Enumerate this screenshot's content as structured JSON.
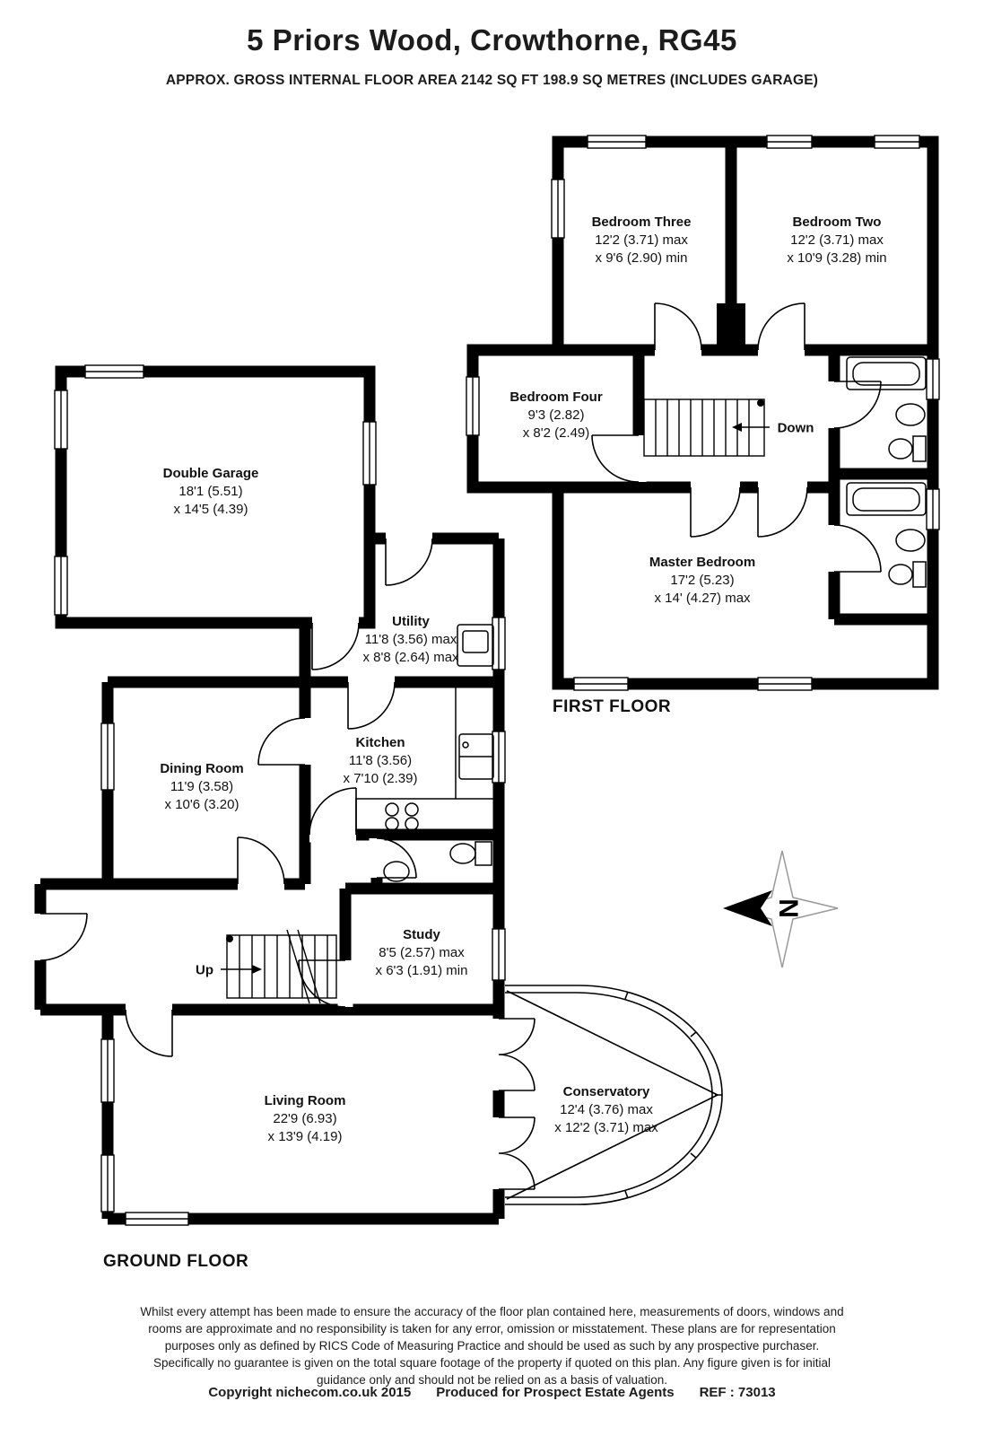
{
  "header": {
    "title": "5 Priors Wood, Crowthorne, RG45",
    "subtitle": "APPROX. GROSS INTERNAL FLOOR AREA 2142 SQ FT 198.9 SQ METRES (INCLUDES GARAGE)"
  },
  "first_floor": {
    "label": "FIRST FLOOR",
    "stairs_label": "Down",
    "rooms": {
      "bedroom_three": {
        "name": "Bedroom Three",
        "dim1": "12'2 (3.71) max",
        "dim2": "x 9'6 (2.90) min"
      },
      "bedroom_two": {
        "name": "Bedroom Two",
        "dim1": "12'2 (3.71) max",
        "dim2": "x 10'9 (3.28) min"
      },
      "bedroom_four": {
        "name": "Bedroom Four",
        "dim1": "9'3 (2.82)",
        "dim2": "x 8'2 (2.49)"
      },
      "master_bedroom": {
        "name": "Master Bedroom",
        "dim1": "17'2 (5.23)",
        "dim2": "x 14' (4.27) max"
      }
    }
  },
  "ground_floor": {
    "label": "GROUND FLOOR",
    "stairs_label": "Up",
    "rooms": {
      "double_garage": {
        "name": "Double Garage",
        "dim1": "18'1 (5.51)",
        "dim2": "x 14'5 (4.39)"
      },
      "utility": {
        "name": "Utility",
        "dim1": "11'8 (3.56) max",
        "dim2": "x 8'8 (2.64) max"
      },
      "kitchen": {
        "name": "Kitchen",
        "dim1": "11'8 (3.56)",
        "dim2": "x 7'10 (2.39)"
      },
      "dining_room": {
        "name": "Dining Room",
        "dim1": "11'9 (3.58)",
        "dim2": "x 10'6 (3.20)"
      },
      "study": {
        "name": "Study",
        "dim1": "8'5 (2.57) max",
        "dim2": "x 6'3 (1.91) min"
      },
      "living_room": {
        "name": "Living Room",
        "dim1": "22'9 (6.93)",
        "dim2": "x 13'9 (4.19)"
      },
      "conservatory": {
        "name": "Conservatory",
        "dim1": "12'4 (3.76) max",
        "dim2": "x 12'2 (3.71) max"
      }
    }
  },
  "compass": {
    "north_label": "N"
  },
  "footer": {
    "disclaimer_lines": [
      "Whilst every attempt has been made to ensure the accuracy of the floor plan contained here, measurements of doors, windows and",
      "rooms are approximate and no responsibility is taken for any error, omission or misstatement. These plans are for representation",
      "purposes only as defined by RICS Code of Measuring Practice and should be used as such by any prospective purchaser.",
      "Specifically no guarantee is given on the total square footage of the property if quoted on this plan. Any figure given is for initial",
      "guidance only and should not be relied on as a basis of valuation."
    ],
    "copyright_left": "Copyright nichecom.co.uk 2015",
    "copyright_mid": "Produced for Prospect Estate Agents",
    "copyright_right": "REF : 73013"
  },
  "colors": {
    "wall": "#000000",
    "text": "#1c1c1c"
  }
}
